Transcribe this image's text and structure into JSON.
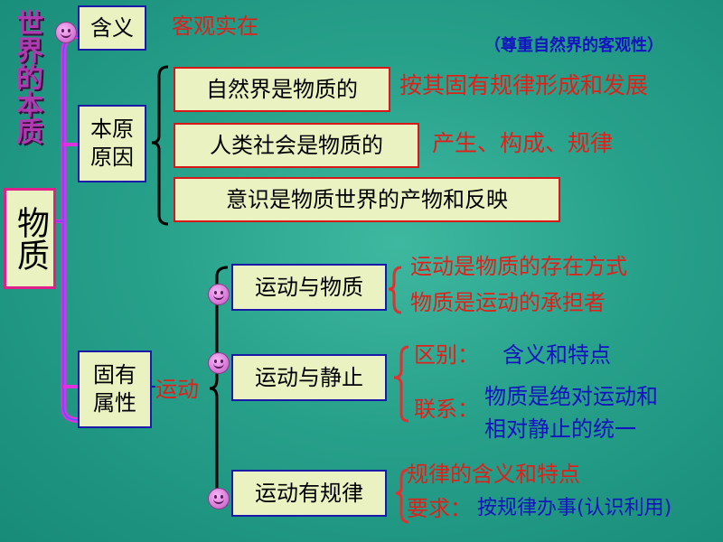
{
  "vertical_title": "世界的本质",
  "main_box": "物质",
  "meaning": {
    "label": "含义",
    "value": "客观实在"
  },
  "respect_note": "（尊重自然界的客观性）",
  "origin": {
    "label": "本原原因",
    "items": [
      "自然界是物质的",
      "人类社会是物质的",
      "意识是物质世界的产物和反映"
    ],
    "side_text": [
      "按其固有规律形成和发展",
      "产生、构成、规律"
    ]
  },
  "attribute": {
    "label": "固有属性",
    "link": "运动",
    "branches": [
      {
        "label": "运动与物质",
        "notes": [
          "运动是物质的存在方式",
          "物质是运动的承担者"
        ]
      },
      {
        "label": "运动与静止",
        "diff_label": "区别：",
        "diff_value": "含义和特点",
        "link_label": "联系：",
        "link_value": [
          "物质是绝对运动和",
          "相对静止的统一"
        ]
      },
      {
        "label": "运动有规律",
        "rule_note": "规律的含义和特点",
        "req_label": "要求：",
        "req_value": "按规律办事(认识利用)"
      }
    ]
  }
}
